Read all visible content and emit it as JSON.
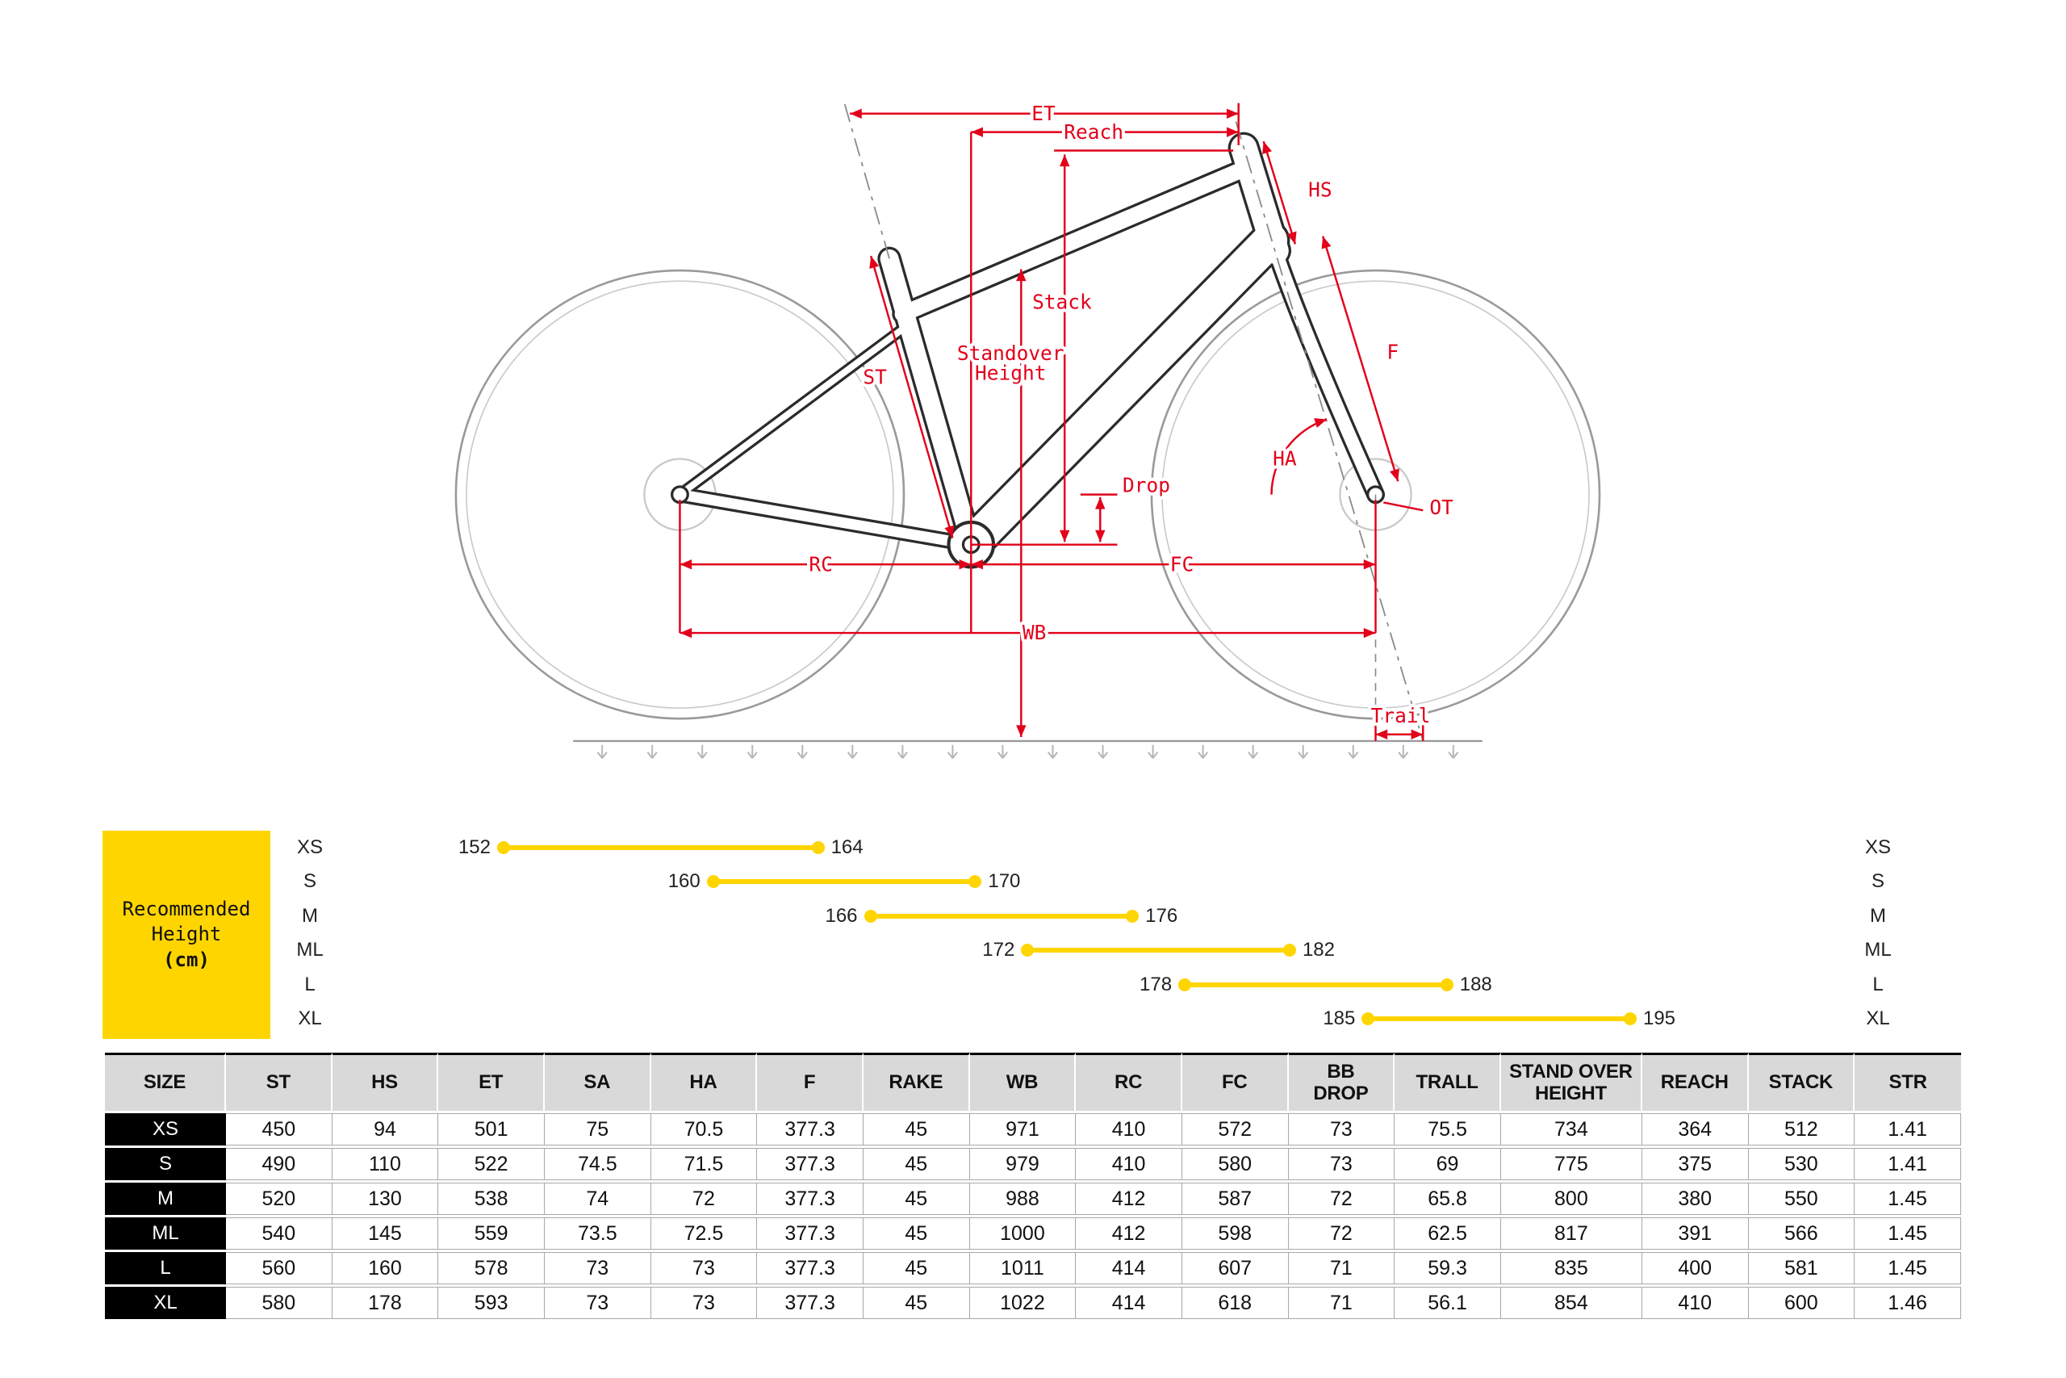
{
  "diagram": {
    "accent_color": "#e2001a",
    "labels": {
      "et": "ET",
      "reach": "Reach",
      "hs": "HS",
      "stack": "Stack",
      "standover_l1": "Standover",
      "standover_l2": "Height",
      "st": "ST",
      "f": "F",
      "ha": "HA",
      "drop": "Drop",
      "ot": "OT",
      "rc": "RC",
      "fc": "FC",
      "wb": "WB",
      "trail": "Trail"
    }
  },
  "recommended_height": {
    "box_title_line1": "Recommended",
    "box_title_line2": "Height",
    "box_title_line3": "(cm)",
    "box_color": "#ffd500",
    "rows": [
      {
        "size": "XS",
        "min": 152,
        "max": 164
      },
      {
        "size": "S",
        "min": 160,
        "max": 170
      },
      {
        "size": "M",
        "min": 166,
        "max": 176
      },
      {
        "size": "ML",
        "min": 172,
        "max": 182
      },
      {
        "size": "L",
        "min": 178,
        "max": 188
      },
      {
        "size": "XL",
        "min": 185,
        "max": 195
      }
    ]
  },
  "geometry_table": {
    "columns": [
      "SIZE",
      "ST",
      "HS",
      "ET",
      "SA",
      "HA",
      "F",
      "RAKE",
      "WB",
      "RC",
      "FC",
      "BB\nDROP",
      "TRALL",
      "STAND OVER\nHEIGHT",
      "REACH",
      "STACK",
      "STR"
    ],
    "rows": [
      [
        "XS",
        "450",
        "94",
        "501",
        "75",
        "70.5",
        "377.3",
        "45",
        "971",
        "410",
        "572",
        "73",
        "75.5",
        "734",
        "364",
        "512",
        "1.41"
      ],
      [
        "S",
        "490",
        "110",
        "522",
        "74.5",
        "71.5",
        "377.3",
        "45",
        "979",
        "410",
        "580",
        "73",
        "69",
        "775",
        "375",
        "530",
        "1.41"
      ],
      [
        "M",
        "520",
        "130",
        "538",
        "74",
        "72",
        "377.3",
        "45",
        "988",
        "412",
        "587",
        "72",
        "65.8",
        "800",
        "380",
        "550",
        "1.45"
      ],
      [
        "ML",
        "540",
        "145",
        "559",
        "73.5",
        "72.5",
        "377.3",
        "45",
        "1000",
        "412",
        "598",
        "72",
        "62.5",
        "817",
        "391",
        "566",
        "1.45"
      ],
      [
        "L",
        "560",
        "160",
        "578",
        "73",
        "73",
        "377.3",
        "45",
        "1011",
        "414",
        "607",
        "71",
        "59.3",
        "835",
        "400",
        "581",
        "1.45"
      ],
      [
        "XL",
        "580",
        "178",
        "593",
        "73",
        "73",
        "377.3",
        "45",
        "1022",
        "414",
        "618",
        "71",
        "56.1",
        "854",
        "410",
        "600",
        "1.46"
      ]
    ]
  },
  "chart_data": {
    "type": "bar",
    "subtype": "range",
    "title": "Recommended Height (cm)",
    "categories": [
      "XS",
      "S",
      "M",
      "ML",
      "L",
      "XL"
    ],
    "series": [
      {
        "name": "min_height_cm",
        "values": [
          152,
          160,
          166,
          172,
          178,
          185
        ]
      },
      {
        "name": "max_height_cm",
        "values": [
          164,
          170,
          176,
          182,
          188,
          195
        ]
      }
    ],
    "xlim": [
      150,
      197
    ],
    "legend": "none",
    "grid": false
  }
}
